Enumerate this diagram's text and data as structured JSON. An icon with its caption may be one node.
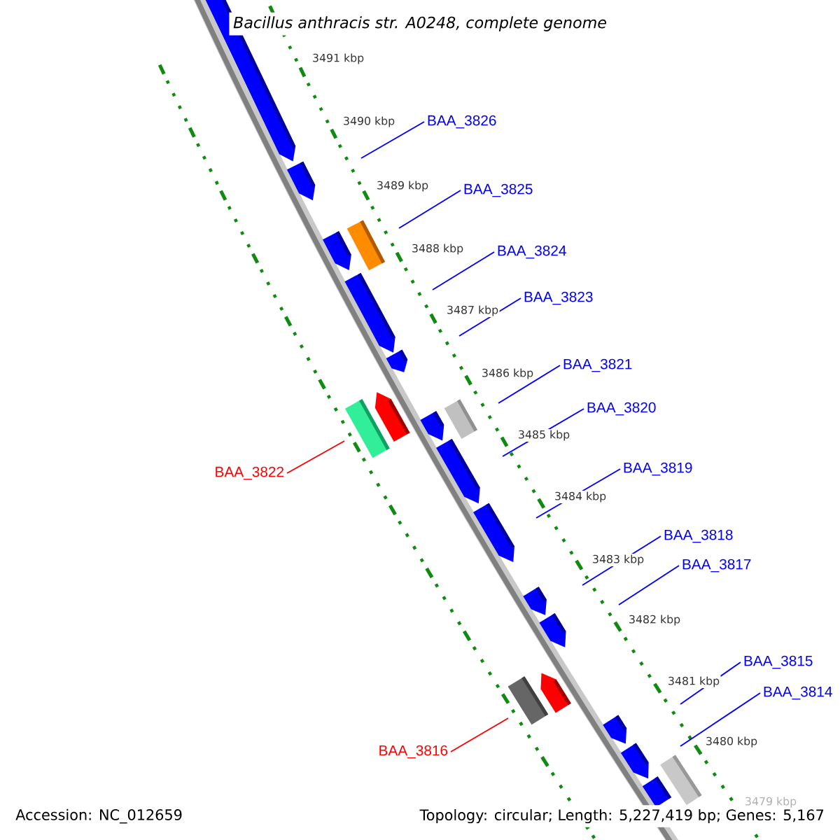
{
  "diagram": {
    "title": "Bacillus anthracis str. A0248, complete genome",
    "nodes": [
      {
        "text": [
          "BAA_3826"
        ]
      },
      {
        "text": [
          "BAA_3825"
        ]
      },
      {
        "text": [
          "BAA_3824"
        ]
      },
      {
        "text": [
          "BAA_3823"
        ]
      },
      {
        "text": [
          "BAA_3821"
        ]
      },
      {
        "text": [
          "BAA_3820"
        ]
      },
      {
        "text": [
          "BAA_3819"
        ]
      },
      {
        "text": [
          "BAA_3822"
        ]
      },
      {
        "text": [
          "BAA_3818"
        ]
      },
      {
        "text": [
          "BAA_3817"
        ]
      },
      {
        "text": [
          "BAA_3815"
        ]
      },
      {
        "text": [
          "BAA_3814"
        ]
      },
      {
        "text": [
          "BAA_3816"
        ]
      },
      {
        "text": [],
        "shape": "bar"
      },
      {
        "text": [],
        "shape": "bar"
      },
      {
        "text": [],
        "shape": "bar"
      }
    ],
    "edges": [
      {
        "from": 0,
        "to": null,
        "arrow": "none"
      },
      {
        "from": 1,
        "to": null,
        "arrow": "none"
      },
      {
        "from": 2,
        "to": null,
        "arrow": "none"
      },
      {
        "from": 3,
        "to": null,
        "arrow": "none"
      },
      {
        "from": 4,
        "to": null,
        "arrow": "none"
      },
      {
        "from": 5,
        "to": null,
        "arrow": "none"
      },
      {
        "from": 6,
        "to": null,
        "arrow": "none"
      },
      {
        "from": 7,
        "to": 13,
        "arrow": "none",
        "color": "#ff0000"
      },
      {
        "from": 8,
        "to": null,
        "arrow": "none"
      },
      {
        "from": 9,
        "to": null,
        "arrow": "none"
      },
      {
        "from": 10,
        "to": null,
        "arrow": "none"
      },
      {
        "from": 11,
        "to": 15,
        "arrow": "none"
      },
      {
        "from": 12,
        "to": 14,
        "arrow": "none",
        "color": "#ff0000"
      }
    ],
    "labels": [
      "3491 kbp",
      "3490 kbp",
      "3489 kbp",
      "3488 kbp",
      "3487 kbp",
      "3486 kbp",
      "3485 kbp",
      "3484 kbp",
      "3483 kbp",
      "3482 kbp",
      "3481 kbp",
      "3480 kbp",
      "3479 kbp",
      "Accession: NC_012659",
      "Topology: circular; Length: 5,227,419 bp; Genes: 5,167"
    ]
  }
}
